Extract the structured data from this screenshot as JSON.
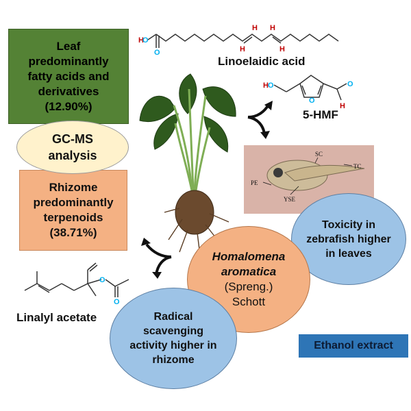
{
  "leaf_box": {
    "line1": "Leaf",
    "line2": "predominantly",
    "line3": "fatty acids and",
    "line4": "derivatives",
    "line5": "(12.90%)"
  },
  "gcms": {
    "line1": "GC-MS",
    "line2": "analysis"
  },
  "rhizome_box": {
    "line1": "Rhizome",
    "line2": "predominantly",
    "line3": "terpenoids",
    "line4": "(38.71%)"
  },
  "compounds": {
    "linoelaidic": "Linoelaidic acid",
    "hmf": "5-HMF",
    "linalyl": "Linalyl acetate"
  },
  "zebrafish_labels": {
    "sc": "SC",
    "tc": "TC",
    "pe": "PE",
    "yse": "YSE"
  },
  "toxicity": {
    "line1": "Toxicity in",
    "line2": "zebrafish higher",
    "line3": "in leaves"
  },
  "plant": {
    "line1": "Homalomena",
    "line2": "aromatica",
    "line3": "(Spreng.)",
    "line4": "Schott"
  },
  "radical": {
    "line1": "Radical",
    "line2": "scavenging",
    "line3": "activity higher in",
    "line4": "rhizome"
  },
  "extract": {
    "label": "Ethanol extract"
  },
  "atoms": {
    "h": "H",
    "o": "O"
  },
  "colors": {
    "leaf_green": "#548235",
    "rhizome_orange": "#f4b183",
    "gcms_cream": "#fff2cc",
    "blue_ellipse": "#9dc3e6",
    "ethanol_blue": "#2e75b6",
    "hydrogen_red": "#c00000",
    "oxygen_cyan": "#00b0f0"
  }
}
